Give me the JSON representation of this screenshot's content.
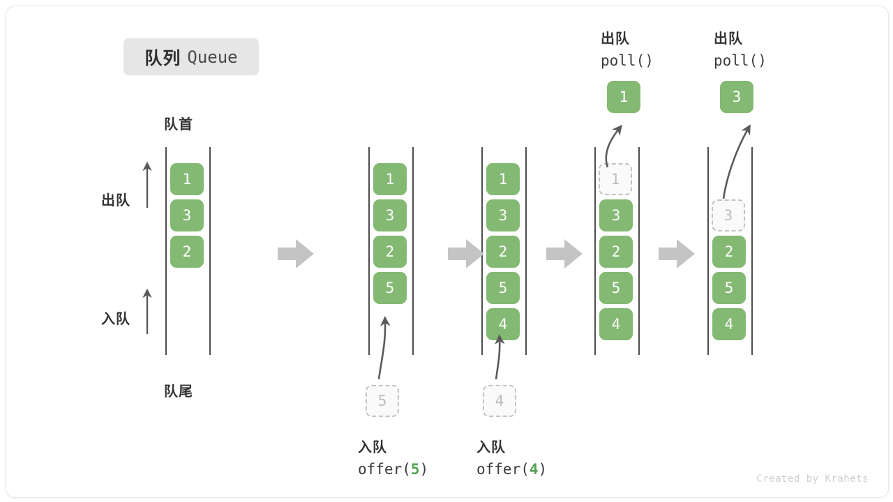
{
  "title_badge": {
    "cn": "队列",
    "en": "Queue"
  },
  "labels": {
    "front": "队首",
    "rear": "队尾",
    "dequeue": "出队",
    "enqueue": "入队"
  },
  "watermark": "Created by Krahets",
  "colors": {
    "cell_green": "#84b974",
    "ghost_border": "#c2c2c2",
    "ghost_text": "#bdbdbd",
    "rail": "#4d4d4d",
    "arrow_gray": "#c4c4c4",
    "curve_arrow": "#5a5a5a",
    "badge_bg": "#e6e6e6",
    "code_num": "#52a352",
    "text": "#333333"
  },
  "steps": [
    {
      "id": "step-1",
      "op_label": null,
      "cells": [
        "1",
        "3",
        "2"
      ],
      "ghost_index": null,
      "popped": null,
      "incoming": null
    },
    {
      "id": "step-2",
      "op_label": {
        "cn": "入队",
        "code_prefix": "offer(",
        "code_num": "5",
        "code_suffix": ")"
      },
      "cells": [
        "1",
        "3",
        "2",
        "5"
      ],
      "ghost_index": null,
      "popped": null,
      "incoming": "5"
    },
    {
      "id": "step-3",
      "op_label": {
        "cn": "入队",
        "code_prefix": "offer(",
        "code_num": "4",
        "code_suffix": ")"
      },
      "cells": [
        "1",
        "3",
        "2",
        "5",
        "4"
      ],
      "ghost_index": null,
      "popped": null,
      "incoming": "4"
    },
    {
      "id": "step-4",
      "op_label": {
        "cn": "出队",
        "code_prefix": "poll(",
        "code_num": "",
        "code_suffix": ")"
      },
      "cells": [
        "1",
        "3",
        "2",
        "5",
        "4"
      ],
      "ghost_index": 0,
      "popped": "1",
      "incoming": null
    },
    {
      "id": "step-5",
      "op_label": {
        "cn": "出队",
        "code_prefix": "poll(",
        "code_num": "",
        "code_suffix": ")"
      },
      "cells": [
        "",
        "3",
        "2",
        "5",
        "4"
      ],
      "ghost_index": 1,
      "popped": "3",
      "incoming": null
    }
  ],
  "cells": {
    "s1": {
      "c0": "1",
      "c1": "3",
      "c2": "2"
    },
    "s2": {
      "c0": "1",
      "c1": "3",
      "c2": "2",
      "c3": "5",
      "in": "5"
    },
    "s3": {
      "c0": "1",
      "c1": "3",
      "c2": "2",
      "c3": "5",
      "c4": "4",
      "in": "4"
    },
    "s4": {
      "g0": "1",
      "c1": "3",
      "c2": "2",
      "c3": "5",
      "c4": "4",
      "out": "1"
    },
    "s5": {
      "g1": "3",
      "c2": "2",
      "c3": "5",
      "c4": "4",
      "out": "3"
    }
  },
  "ops": {
    "top1": {
      "cn": "出队",
      "code": "poll()"
    },
    "top2": {
      "cn": "出队",
      "code": "poll()"
    },
    "bot1": {
      "cn": "入队",
      "pre": "offer(",
      "num": "5",
      "post": ")"
    },
    "bot2": {
      "cn": "入队",
      "pre": "offer(",
      "num": "4",
      "post": ")"
    }
  }
}
